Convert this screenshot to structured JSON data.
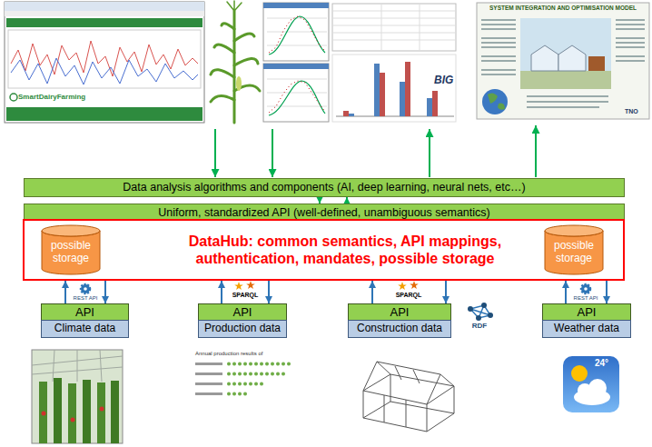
{
  "diagram": {
    "nodes": [
      {
        "text": [
          "Data analysis algorithms and components (AI, deep learning, neural nets, etc…)"
        ]
      },
      {
        "text": [
          "Uniform, standardized API (well-defined, unambiguous semantics)"
        ]
      },
      {
        "text": [
          "DataHub: common semantics, API mappings, authentication, mandates, possible storage"
        ]
      },
      {
        "text": [
          "possible storage"
        ],
        "in": 2
      },
      {
        "text": [
          "possible storage"
        ],
        "in": 2
      },
      {
        "text": [
          "API"
        ]
      },
      {
        "text": [
          "Climate data"
        ]
      },
      {
        "text": [
          "API"
        ]
      },
      {
        "text": [
          "Production data"
        ]
      },
      {
        "text": [
          "API"
        ]
      },
      {
        "text": [
          "Construction data"
        ]
      },
      {
        "text": [
          "API"
        ]
      },
      {
        "text": [
          "Weather data"
        ]
      }
    ],
    "edges": [
      {
        "from": 0,
        "to": 1,
        "arrow": "to"
      },
      {
        "from": 1,
        "to": 0,
        "arrow": "to"
      },
      {
        "from": 5,
        "to": 2,
        "arrow": "to"
      },
      {
        "from": 2,
        "to": 5,
        "arrow": "to"
      },
      {
        "from": 7,
        "to": 2,
        "arrow": "to"
      },
      {
        "from": 2,
        "to": 7,
        "arrow": "to"
      },
      {
        "from": 9,
        "to": 2,
        "arrow": "to"
      },
      {
        "from": 2,
        "to": 9,
        "arrow": "to"
      },
      {
        "from": 11,
        "to": 2,
        "arrow": "to"
      },
      {
        "from": 2,
        "to": 11,
        "arrow": "to"
      }
    ],
    "labels": [
      "SmartDairyFarming",
      "BIG",
      "SYSTEM INTEGRATION AND OPTIMISATION MODEL",
      "TNO",
      "REST API",
      "SPARQL",
      "SPARQL",
      "RDF",
      "REST API",
      "Annual production results of",
      "24°"
    ]
  }
}
